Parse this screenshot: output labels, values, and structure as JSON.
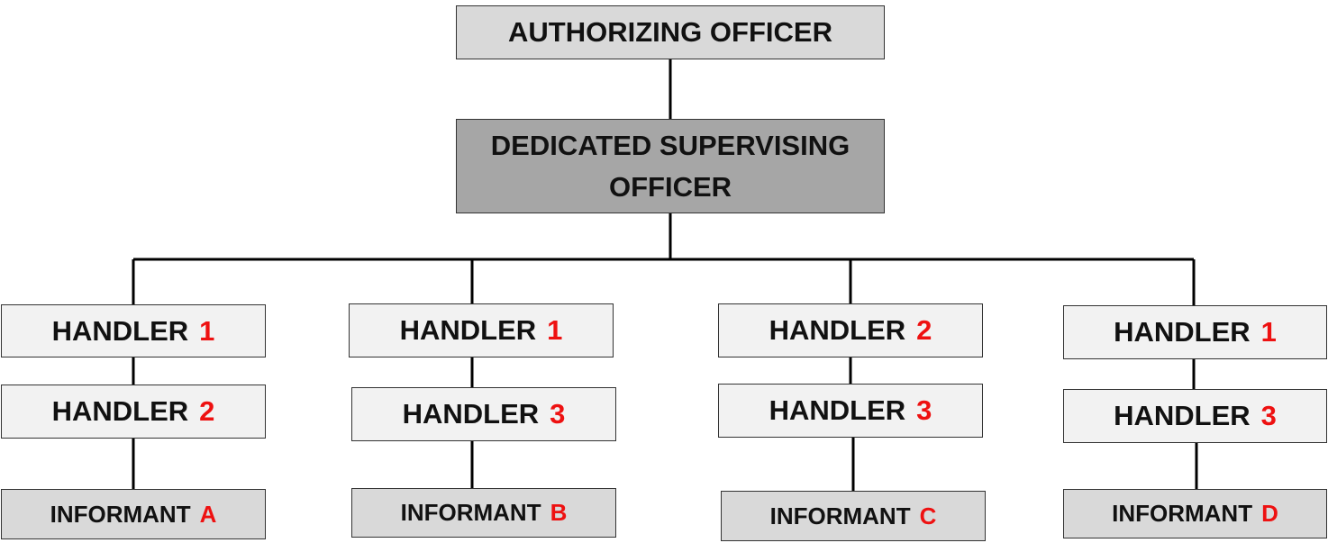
{
  "authorizing_officer": "AUTHORIZING OFFICER",
  "supervisor": {
    "line1": "DEDICATED SUPERVISING",
    "line2": "OFFICER"
  },
  "columns": [
    {
      "handler_top": {
        "label": "HANDLER",
        "num": "1"
      },
      "handler_bottom": {
        "label": "HANDLER",
        "num": "2"
      },
      "informant": {
        "label": "INFORMANT",
        "letter": "A"
      }
    },
    {
      "handler_top": {
        "label": "HANDLER",
        "num": "1"
      },
      "handler_bottom": {
        "label": "HANDLER",
        "num": "3"
      },
      "informant": {
        "label": "INFORMANT",
        "letter": "B"
      }
    },
    {
      "handler_top": {
        "label": "HANDLER",
        "num": "2"
      },
      "handler_bottom": {
        "label": "HANDLER",
        "num": "3"
      },
      "informant": {
        "label": "INFORMANT",
        "letter": "C"
      }
    },
    {
      "handler_top": {
        "label": "HANDLER",
        "num": "1"
      },
      "handler_bottom": {
        "label": "HANDLER",
        "num": "3"
      },
      "informant": {
        "label": "INFORMANT",
        "letter": "D"
      }
    }
  ]
}
